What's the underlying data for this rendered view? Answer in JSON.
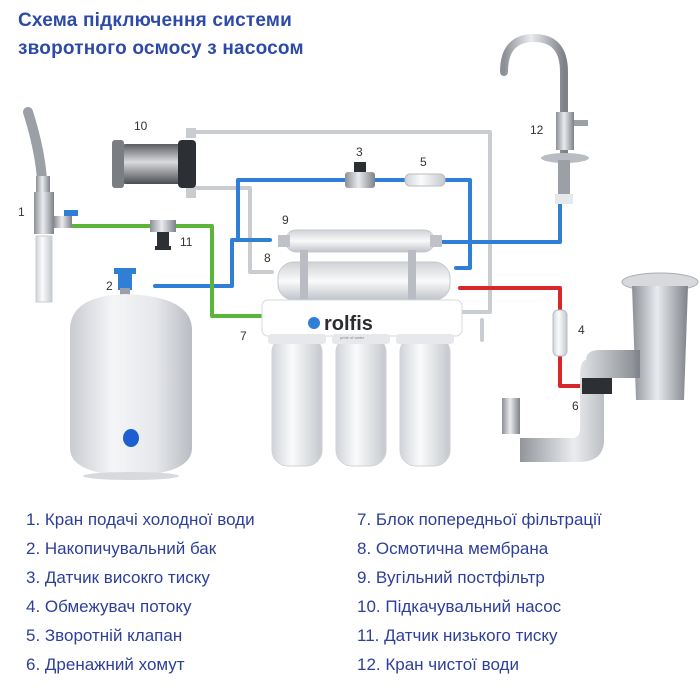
{
  "title": {
    "line1": "Схема підключення системи",
    "line2": "зворотного осмосу з насосом"
  },
  "brand": {
    "name": "rolfis",
    "tagline": "pride of water"
  },
  "callouts": [
    "1",
    "2",
    "3",
    "4",
    "5",
    "6",
    "7",
    "8",
    "9",
    "10",
    "11",
    "12"
  ],
  "legend": {
    "left": [
      "1. Кран подачі холодної води",
      "2. Накопичувальний бак",
      "3. Датчик високго тиску",
      "4. Обмежувач потоку",
      "5. Зворотній клапан",
      "6. Дренажний хомут"
    ],
    "right": [
      "7. Блок попередньої фільтрації",
      "8. Осмотична мембрана",
      "9. Вугільний постфільтр",
      "10. Підкачувальний насос",
      "11. Датчик низького тиску",
      "12. Кран чистої води"
    ]
  },
  "colors": {
    "title": "#2d4aa8",
    "legend": "#2d3f9a",
    "tube_green": "#5bb53a",
    "tube_blue": "#2f7fd6",
    "tube_red": "#d8262d",
    "tube_grey": "#c9ccd1"
  }
}
